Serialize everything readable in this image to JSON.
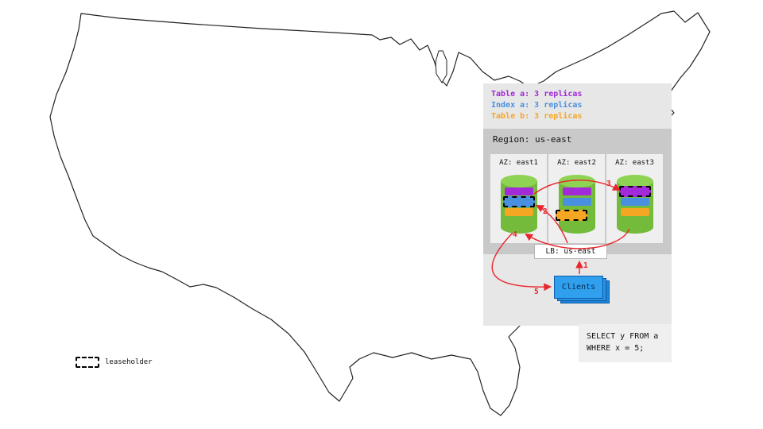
{
  "colors": {
    "table_a": "#a22ad8",
    "index_a": "#4a90e0",
    "table_b": "#f5a623",
    "arrow": "#e8262d",
    "cylinder": "#74bb3b",
    "clients_fill": "#2f9fee",
    "panel_bg": "#e7e7e7",
    "region_bg": "#c9c9c9"
  },
  "legend": {
    "items": [
      {
        "label": "Table a: 3 replicas",
        "color": "#a22ad8"
      },
      {
        "label": "Index a: 3 replicas",
        "color": "#4a90e0"
      },
      {
        "label": "Table b: 3 replicas",
        "color": "#f5a623"
      }
    ]
  },
  "region": {
    "title": "Region: us-east",
    "lb_label": "LB: us-east",
    "azs": [
      {
        "label": "AZ: east1",
        "replicas": [
          "table_a",
          "index_a",
          "table_b"
        ],
        "leaseholder": "index_a"
      },
      {
        "label": "AZ: east2",
        "replicas": [
          "table_a",
          "index_a",
          "table_b"
        ],
        "leaseholder": "table_b"
      },
      {
        "label": "AZ: east3",
        "replicas": [
          "table_a",
          "index_a",
          "table_b"
        ],
        "leaseholder": "table_a"
      }
    ]
  },
  "clients": {
    "label": "Clients"
  },
  "arrows": [
    {
      "label": "1"
    },
    {
      "label": "2"
    },
    {
      "label": "3"
    },
    {
      "label": "4"
    },
    {
      "label": "5"
    }
  ],
  "sql": {
    "line1": "SELECT y FROM a",
    "line2": "WHERE x = 5;"
  },
  "map_legend": {
    "leaseholder_label": "leaseholder"
  }
}
